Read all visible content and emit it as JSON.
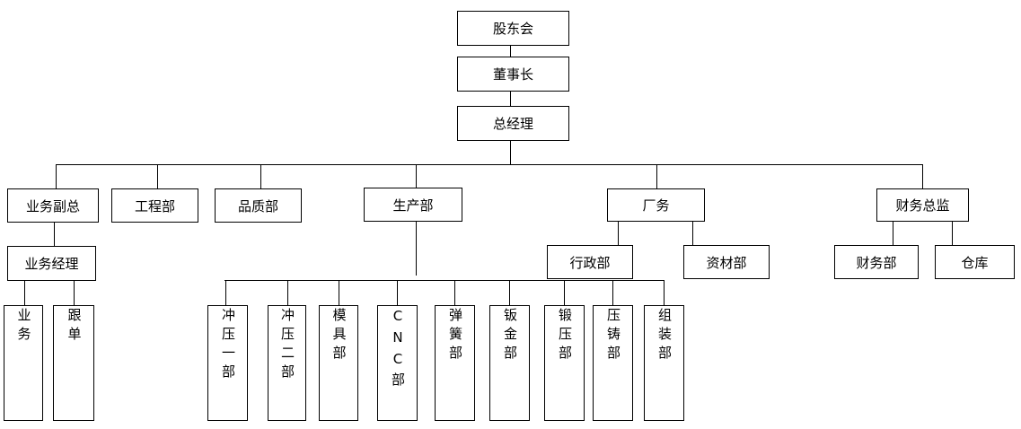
{
  "org_chart": {
    "nodes": {
      "shareholders": "股东会",
      "chairman": "董事长",
      "general_manager": "总经理",
      "vp_business": "业务副总",
      "engineering": "工程部",
      "quality": "品质部",
      "production": "生产部",
      "factory_affairs": "厂务",
      "finance_director": "财务总监",
      "business_manager": "业务经理",
      "business": "业务",
      "follow_up": "跟单",
      "admin": "行政部",
      "materials": "资材部",
      "finance": "财务部",
      "warehouse": "仓库",
      "stamping_1": "冲压一部",
      "stamping_2": "冲压二部",
      "mold": "模具部",
      "cnc": "CNC部",
      "spring": "弹簧部",
      "sheet_metal": "钣金部",
      "forging": "锻压部",
      "die_casting": "压铸部",
      "assembly": "组装部"
    }
  }
}
